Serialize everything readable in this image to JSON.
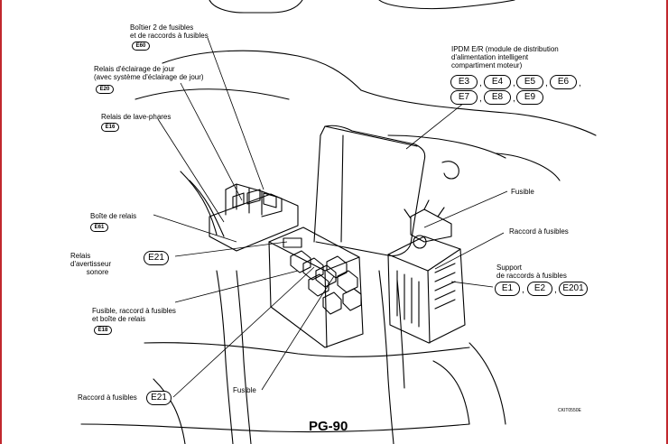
{
  "labels": {
    "boitier2": "Boîtier 2 de fusibles\net de raccords à fusibles",
    "relais_jour": "Relais d'éclairage de jour\n(avec système d'éclairage de jour)",
    "relais_lave": "Relais de lave-phares",
    "boite_relais": "Boîte de relais",
    "relais_avert": "Relais\nd'avertisseur\n        sonore",
    "fusible_raccord_boite": "Fusible, raccord à fusibles\net boîte de relais",
    "raccord_bas": "Raccord à fusibles",
    "fusible_bas": "Fusible",
    "ipdm": "IPDM E/R (module de distribution\nd'alimentation intelligent\ncompartiment moteur)",
    "fusible_droite": "Fusible",
    "raccord_droite": "Raccord à fusibles",
    "support": "Support\nde raccords à fusibles"
  },
  "connectors": {
    "e60": "E60",
    "e20": "E20",
    "e16": "E16",
    "e61": "E61",
    "e18": "E18",
    "e21_top": "E21",
    "e21_bottom": "E21",
    "ipdm": [
      "E3",
      "E4",
      "E5",
      "E6",
      "E7",
      "E8",
      "E9"
    ],
    "support": [
      "E1",
      "E2",
      "E201"
    ]
  },
  "separator": ",",
  "figure_ref": "CKIT0550E",
  "page_number": "PG-90",
  "colors": {
    "frame": "#c1272d",
    "ink": "#000000"
  }
}
